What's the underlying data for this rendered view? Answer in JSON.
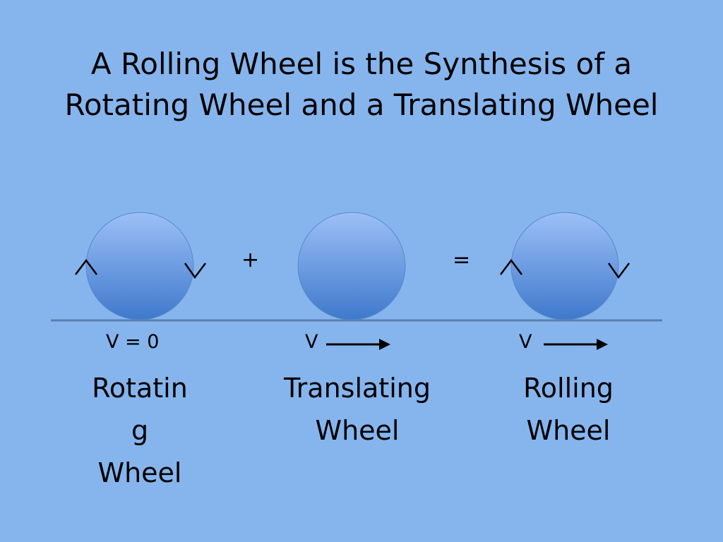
{
  "title": {
    "line1": "A Rolling Wheel is the Synthesis of a",
    "line2": "Rotating Wheel and a Translating Wheel"
  },
  "operators": {
    "plus": "+",
    "equals": "="
  },
  "wheels": [
    {
      "velocity_label": "V = 0",
      "caption_lines": [
        "Rotatin",
        "g",
        "Wheel"
      ]
    },
    {
      "velocity_label": "V",
      "caption_lines": [
        "Translating",
        "Wheel"
      ]
    },
    {
      "velocity_label": "V",
      "caption_lines": [
        "Rolling",
        "Wheel"
      ]
    }
  ],
  "colors": {
    "background": "#86b5ee",
    "wheel_top": "#9cc0f7",
    "wheel_bottom": "#3f79cc",
    "ground": "#5a7fae"
  }
}
